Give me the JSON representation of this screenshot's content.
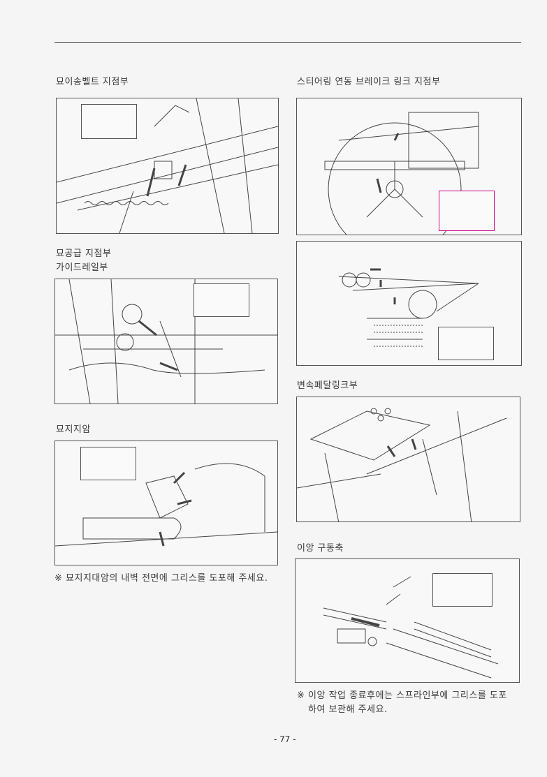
{
  "headings": {
    "belt": "묘이송벨트 지점부",
    "steering": "스티어링 연동 브레이크 링크 지점부",
    "supply": "묘공급 지점부",
    "guiderail": "가이드레일부",
    "arm": "묘지지암",
    "pedal": "변속페달링크부",
    "drive": "이앙 구동축"
  },
  "notes": {
    "arm_note": "※ 묘지지대암의 내벽 전면에 그리스를 도포해 주세요.",
    "drive_note_1": "※ 이앙 작업 종료후에는 스프라인부에 그리스를 도포",
    "drive_note_2": "하여 보관해 주세요."
  },
  "page_number": "- 77 -"
}
